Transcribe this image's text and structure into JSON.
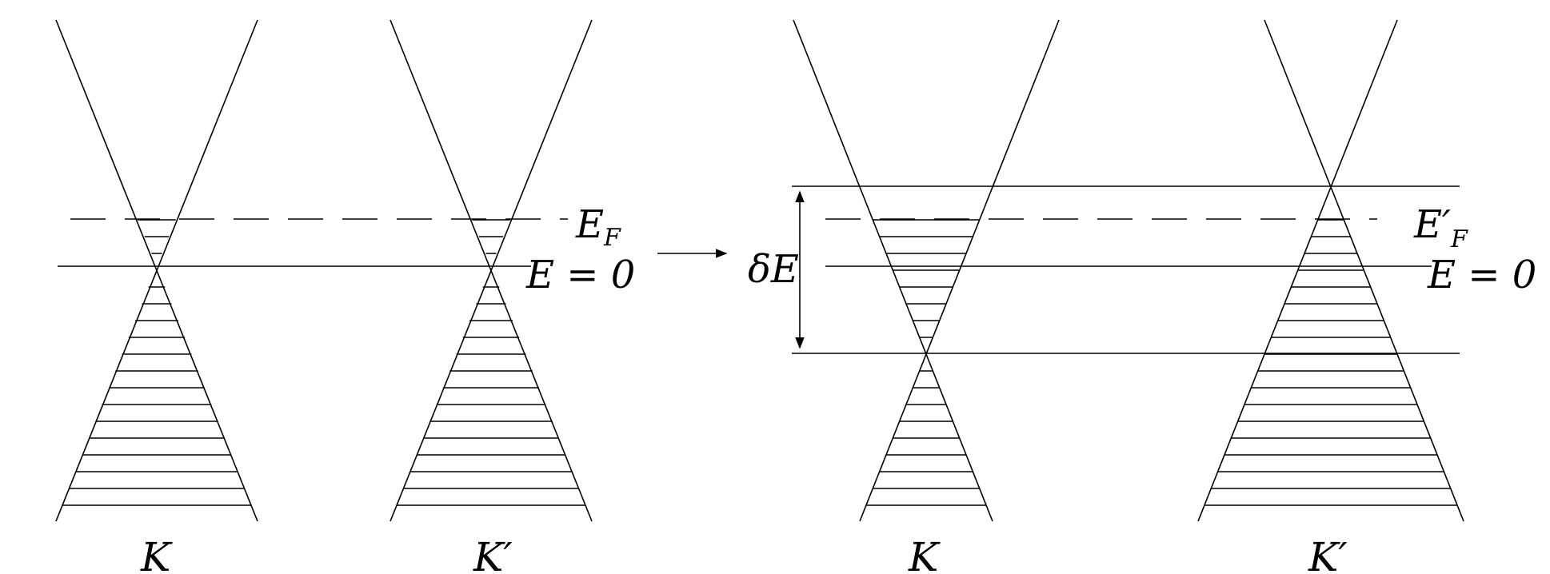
{
  "labels": {
    "left_K": "K",
    "left_Kprime": "K′",
    "right_K": "K",
    "right_Kprime": "K′",
    "left_fermi_main": "E",
    "left_fermi_sub": "F",
    "left_zero": "E = 0",
    "right_fermi_main": "E′",
    "right_fermi_sub": "F",
    "right_zero": "E = 0",
    "delta": "δE"
  }
}
